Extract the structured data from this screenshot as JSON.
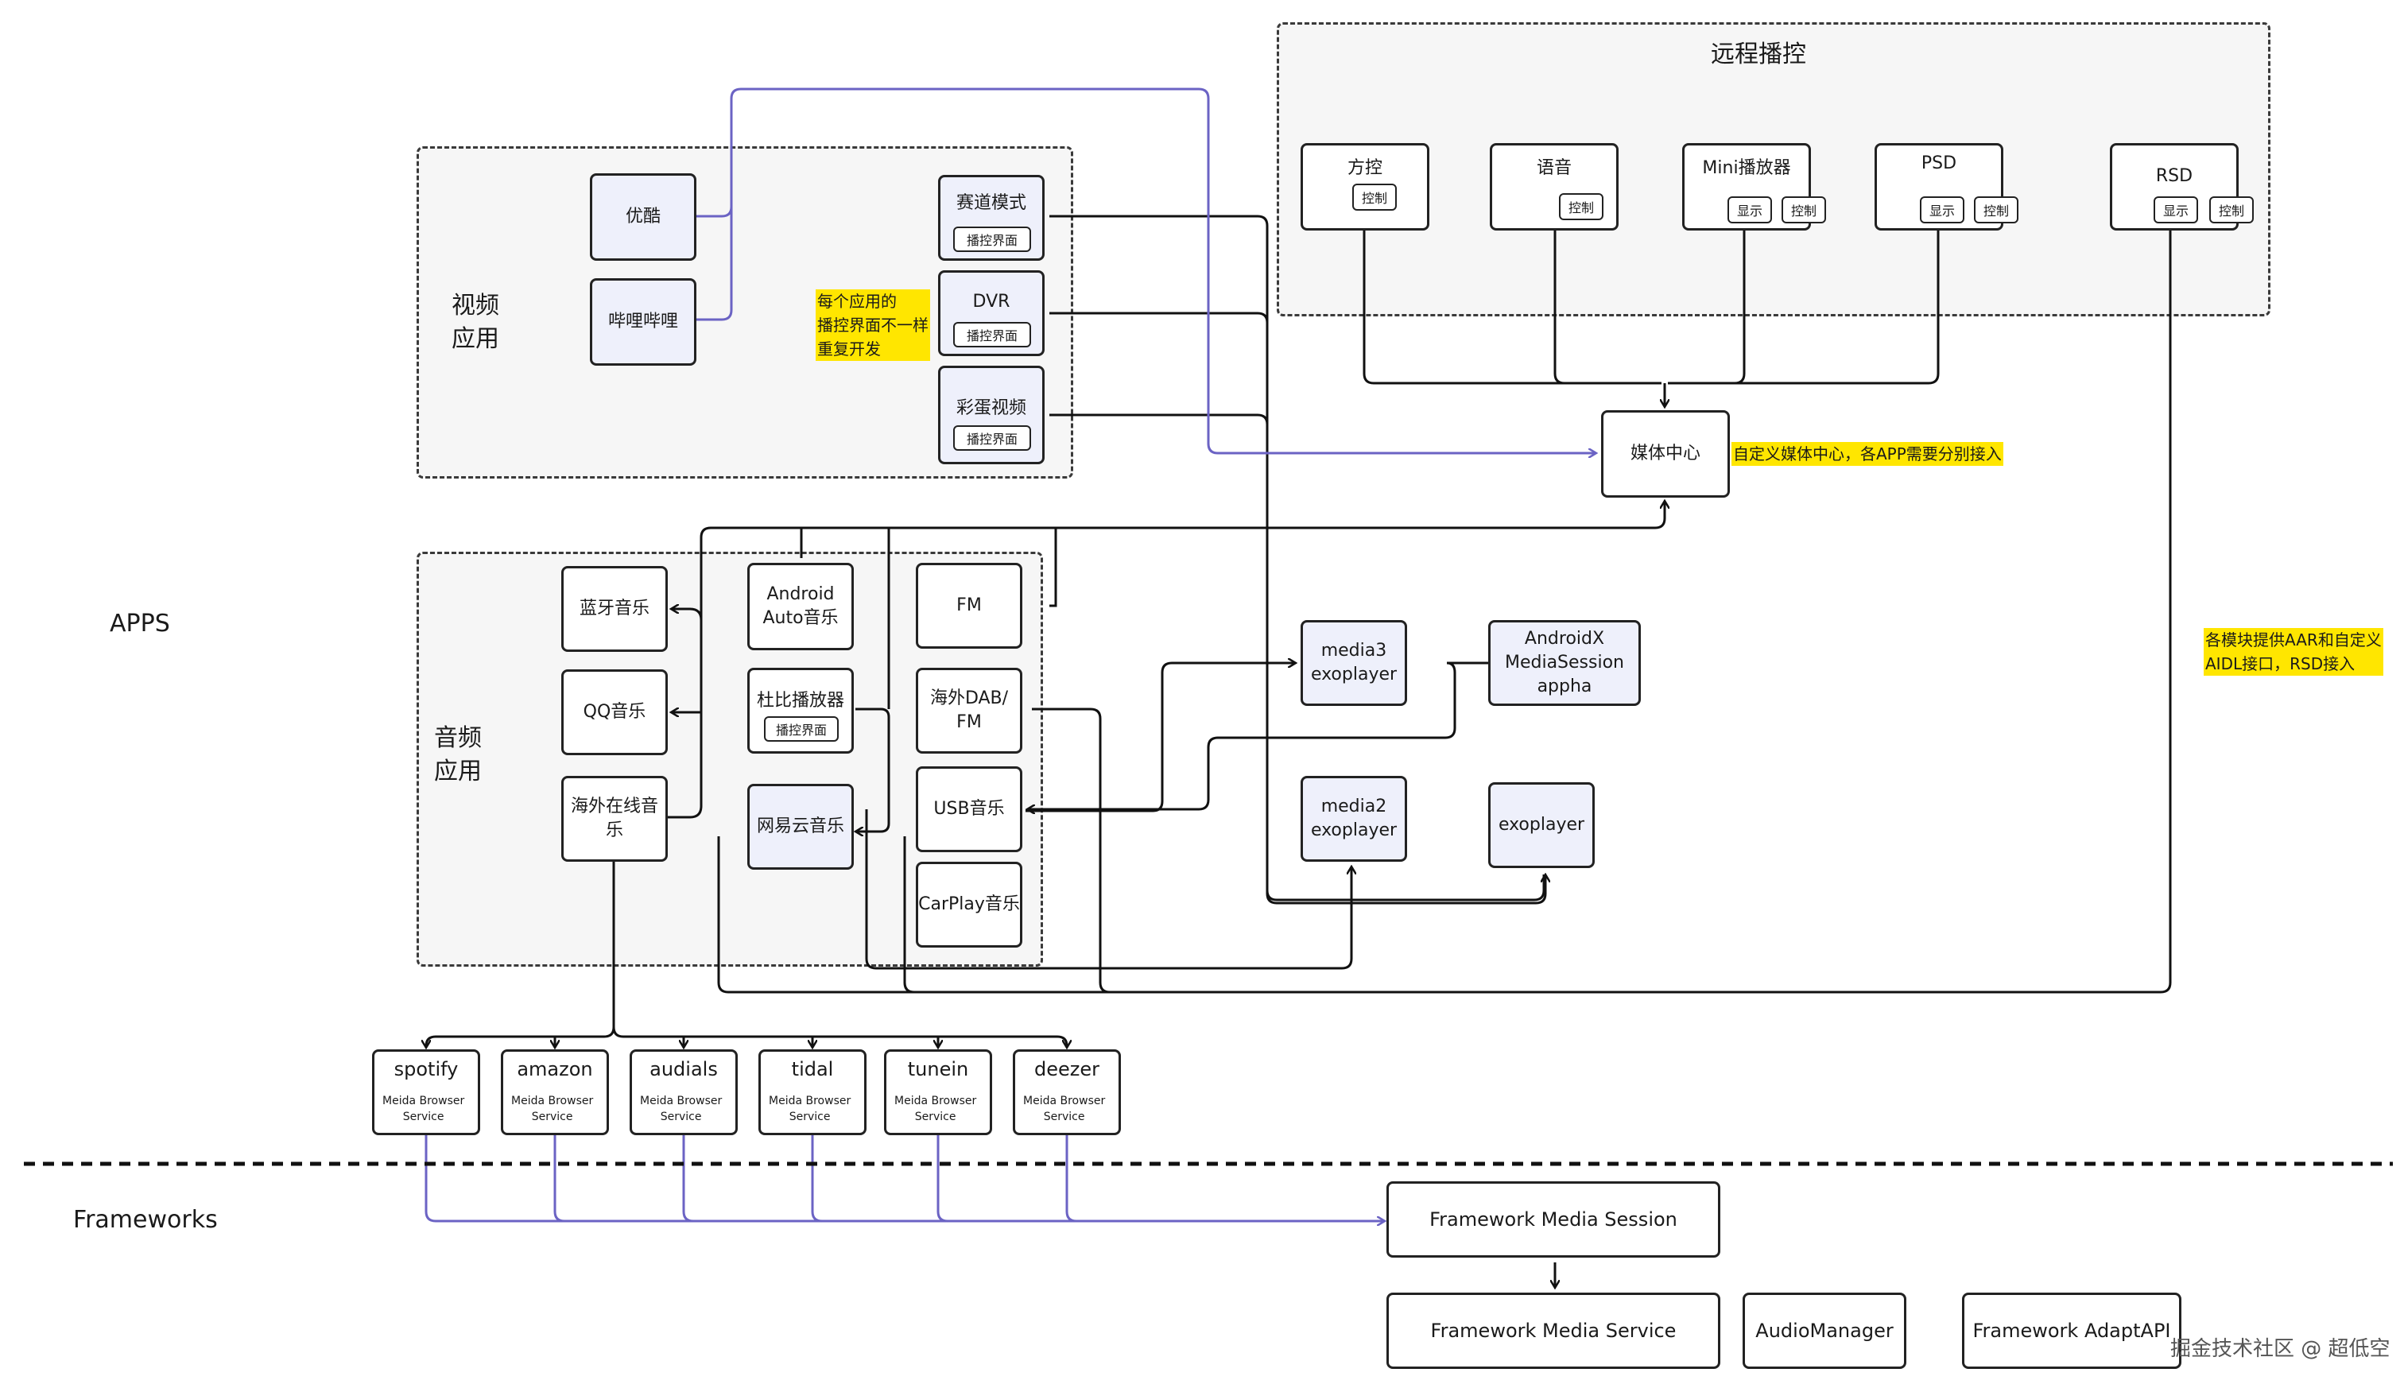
{
  "sections": {
    "apps": "APPS",
    "frameworks": "Frameworks"
  },
  "remote": {
    "title": "远程播控",
    "fangkong": {
      "name": "方控",
      "ctrl": "控制"
    },
    "yuyin": {
      "name": "语音",
      "ctrl": "控制"
    },
    "mini": {
      "name": "Mini播放器",
      "show": "显示",
      "ctrl": "控制"
    },
    "psd": {
      "name": "PSD",
      "show": "显示",
      "ctrl": "控制"
    },
    "rsd": {
      "name": "RSD",
      "show": "显示",
      "ctrl": "控制"
    }
  },
  "video": {
    "label": "视频\n应用",
    "youku": "优酷",
    "bilibili": "哔哩哔哩",
    "track": {
      "name": "赛道模式",
      "sub": "播控界面"
    },
    "dvr": {
      "name": "DVR",
      "sub": "播控界面"
    },
    "egg": {
      "name": "彩蛋视频",
      "sub": "播控界面"
    }
  },
  "notes": {
    "ui_note": "每个应用的\n播控界面不一样\n重复开发",
    "media_center_note": "自定义媒体中心，各APP需要分别接入",
    "aar_note": "各模块提供AAR和自定义\nAIDL接口，RSD接入"
  },
  "media_center": "媒体中心",
  "audio": {
    "label": "音频\n应用",
    "bt": "蓝牙音乐",
    "qq": "QQ音乐",
    "overseas_online": "海外在线音\n乐",
    "android_auto": "Android\nAuto音乐",
    "dolby": {
      "name": "杜比播放器",
      "sub": "播控界面"
    },
    "netease": "网易云音乐",
    "fm": "FM",
    "dab": "海外DAB/\nFM",
    "usb": "USB音乐",
    "carplay": "CarPlay音乐"
  },
  "players": {
    "media3": "media3\nexoplayer",
    "androidx": "AndroidX\nMediaSession\nappha",
    "media2": "media2\nexoplayer",
    "exo": "exoplayer"
  },
  "services": [
    {
      "name": "spotify",
      "sub": "Meida Browser\nService"
    },
    {
      "name": "amazon",
      "sub": "Meida Browser\nService"
    },
    {
      "name": "audials",
      "sub": "Meida Browser\nService"
    },
    {
      "name": "tidal",
      "sub": "Meida Browser\nService"
    },
    {
      "name": "tunein",
      "sub": "Meida Browser\nService"
    },
    {
      "name": "deezer",
      "sub": "Meida Browser\nService"
    }
  ],
  "framework": {
    "session": "Framework Media Session",
    "service": "Framework Media Service",
    "audio_manager": "AudioManager",
    "adapt_api": "Framework AdaptAPI"
  },
  "watermark": "掘金技术社区 @ 超低空",
  "colors": {
    "black_wire": "#111111",
    "purple_wire": "#6b63c4",
    "note_bg": "#ffe600",
    "lavender": "#eef0fb"
  }
}
